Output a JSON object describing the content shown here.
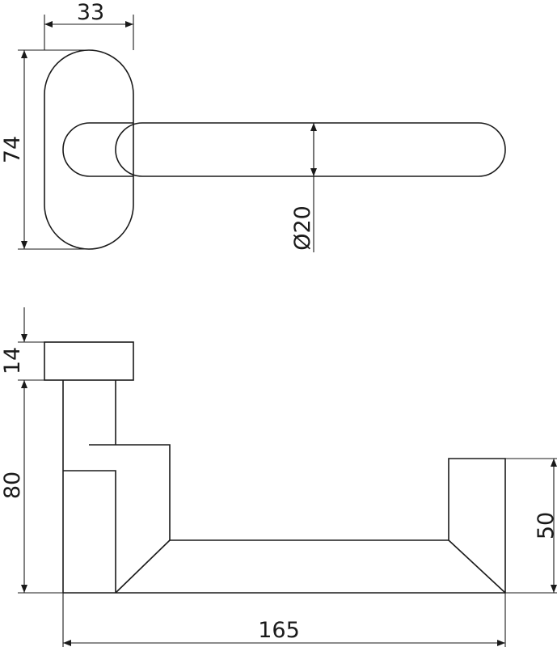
{
  "top_view": {
    "rose_width": "33",
    "rose_height": "74",
    "lever_diameter": "Ø20"
  },
  "side_view": {
    "rose_thickness": "14",
    "lever_height": "80",
    "end_height": "50",
    "lever_length": "165"
  }
}
